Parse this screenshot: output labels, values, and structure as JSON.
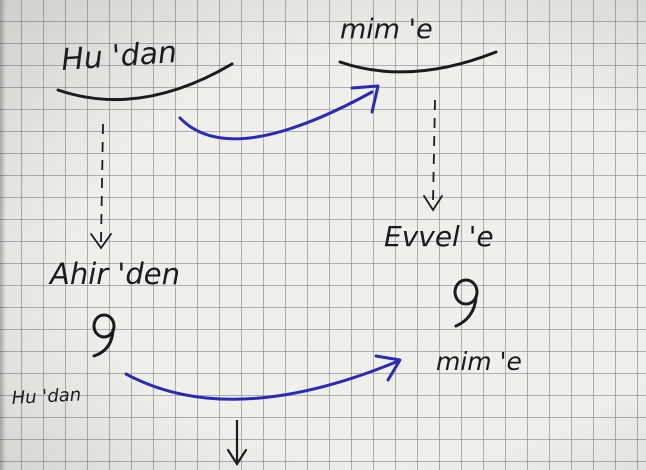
{
  "notes": {
    "top_left": "Hu 'dan",
    "top_right": "mim 'e",
    "mid_left": "Ahir 'den",
    "mid_right": "Evvel 'e",
    "ligature_left": "ꝯ",
    "ligature_right": "ꝯ",
    "bottom_left": "Hu 'dan",
    "bottom_right": "mim 'e"
  },
  "colors": {
    "paper": "#efefec",
    "grid": "#7a7a82",
    "pencil_ink": "#1a1a1f",
    "blue_ink": "#2a2ab8"
  }
}
